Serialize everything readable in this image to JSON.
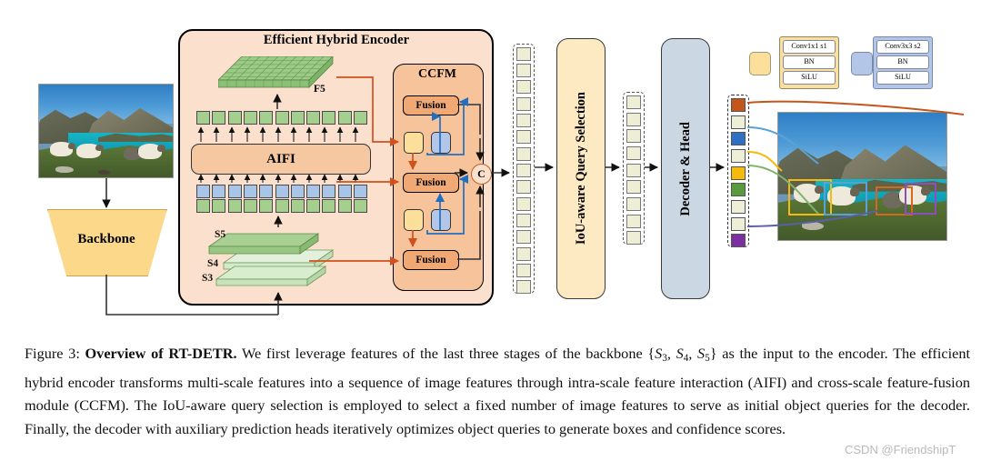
{
  "figure": {
    "number": "Figure 3:",
    "title_bold": "Overview of RT-DETR.",
    "caption_rest": " We first leverage features of the last three stages of the backbone {S3, S4, S5} as the input to the encoder. The efficient hybrid encoder transforms multi-scale features into a sequence of image features through intra-scale feature interaction (AIFI) and cross-scale feature-fusion module (CCFM). The IoU-aware query selection is employed to select a fixed number of image features to serve as initial object queries for the decoder. Finally, the decoder with auxiliary prediction heads iteratively optimizes object queries to generate boxes and confidence scores.",
    "caption_part1": " We first leverage features of the last three stages of the backbone {",
    "caption_set": [
      "S",
      "3",
      "S",
      "4",
      "S",
      "5"
    ],
    "caption_part2": "} as the input to the encoder. The efficient hybrid encoder transforms multi-scale features into a sequence of image features through intra-scale feature interaction (AIFI) and cross-scale feature-fusion module (CCFM). The IoU-aware query selection is employed to select a fixed number of image features to serve as initial object queries for the decoder. Finally, the decoder with auxiliary prediction heads iteratively optimizes object queries to generate boxes and confidence scores."
  },
  "watermark": "CSDN @FriendshipT",
  "diagram": {
    "input_image_alt": "input-photo-sheep-hillside",
    "output_image_alt": "output-photo-sheep-detections",
    "backbone": {
      "label": "Backbone"
    },
    "encoder": {
      "title": "Efficient Hybrid Encoder",
      "aifi": {
        "label": "AIFI"
      },
      "f5": {
        "label": "F5"
      },
      "stages": [
        {
          "label": "S5"
        },
        {
          "label": "S4"
        },
        {
          "label": "S3"
        }
      ],
      "token_rows": {
        "top_green_count": 11,
        "mid_blue_count": 11,
        "bottom_green_count": 11
      },
      "ccfm": {
        "title": "CCFM",
        "fusion_blocks": [
          {
            "label": "Fusion"
          },
          {
            "label": "Fusion"
          },
          {
            "label": "Fusion"
          }
        ],
        "concat": {
          "label": "C"
        }
      }
    },
    "query_selection": {
      "label": "IoU-aware Query Selection"
    },
    "decoder": {
      "label": "Decoder & Head"
    },
    "sequence_columns": [
      {
        "name": "encoder-output-sequence",
        "count": 15
      },
      {
        "name": "selected-queries-sequence",
        "count": 9
      },
      {
        "name": "decoder-output-sequence",
        "count": 9
      }
    ],
    "decoder_output_colors": [
      "#c4561b",
      "#eeefd6",
      "#2f6fc4",
      "#eeefd6",
      "#f5ba0c",
      "#5a9a3f",
      "#eeefd6",
      "#eeefd6",
      "#7b2fa0"
    ],
    "detection_boxes": [
      {
        "color": "#f5ba0c",
        "name": "detection-box-yellow"
      },
      {
        "color": "#59a3d4",
        "name": "detection-box-blue"
      },
      {
        "color": "#d4691e",
        "name": "detection-box-orange"
      },
      {
        "color": "#8a4fb8",
        "name": "detection-box-purple"
      }
    ],
    "legend": [
      {
        "swatch_color": "#fbdf9a",
        "box_color": "#fbdf9a",
        "rows": [
          "Conv1x1 s1",
          "BN",
          "SiLU"
        ]
      },
      {
        "swatch_color": "#b3c6e7",
        "box_color": "#b3c6e7",
        "rows": [
          "Conv3x3 s2",
          "BN",
          "SiLU"
        ]
      }
    ],
    "colors": {
      "encoder_bg": "#fbe0cd",
      "ccfm_bg": "#f7c39a",
      "fusion_bg": "#f0a875",
      "aifi_bg": "#f6c8a2",
      "backbone_bg": "#fcd88b",
      "query_selection_bg": "#fde9c2",
      "decoder_bg": "#ccd7e4",
      "green_token": "#a5cf8e",
      "blue_token": "#a8c4e6",
      "orange_arrow": "#d1501e",
      "blue_arrow": "#1f6fc4"
    }
  }
}
